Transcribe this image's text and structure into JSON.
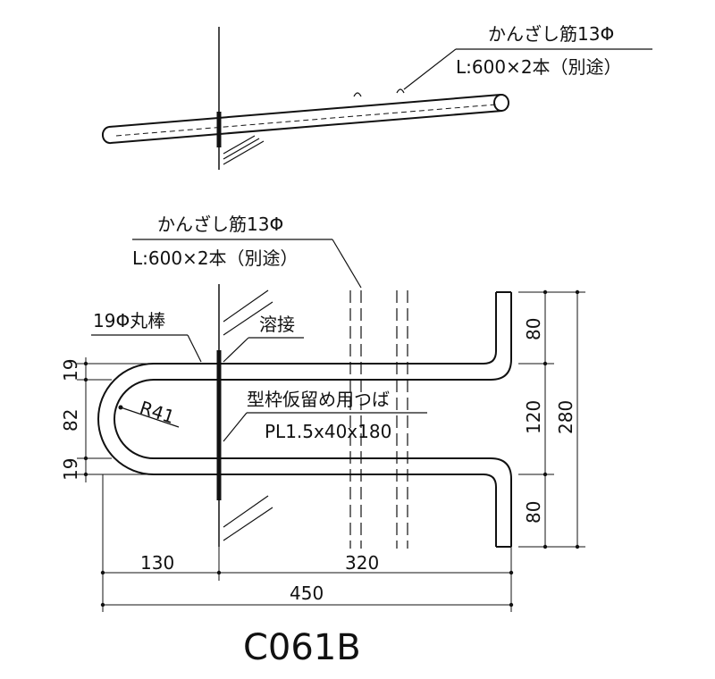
{
  "top_view": {
    "label_line1": "かんざし筋13Φ",
    "label_line2": "L:600×2本（別途）"
  },
  "front_view": {
    "label_line1": "かんざし筋13Φ",
    "label_line2": "L:600×2本（別途）",
    "round_bar": "19Φ丸棒",
    "weld": "溶接",
    "radius": "R41",
    "plate_line1": "型枠仮留め用つば",
    "plate_line2": "PL1.5x40x180"
  },
  "dimensions": {
    "left_top": "19",
    "left_mid": "82",
    "left_bottom": "19",
    "right_top": "80",
    "right_mid": "120",
    "right_bottom": "80",
    "right_total": "280",
    "bottom_left": "130",
    "bottom_right": "320",
    "bottom_total": "450"
  },
  "model_code": "C061B"
}
